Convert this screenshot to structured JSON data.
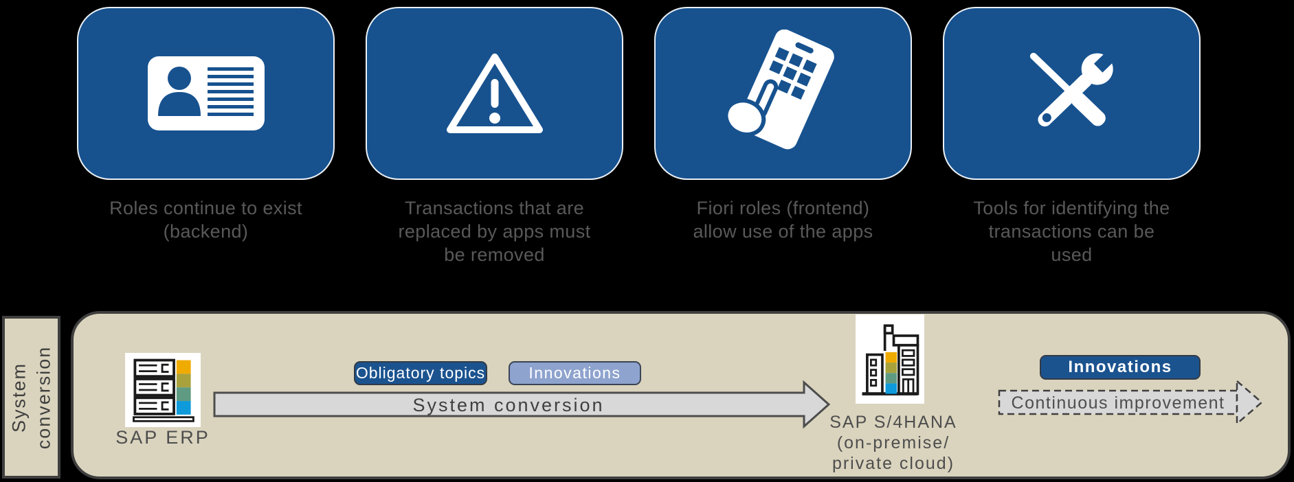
{
  "colors": {
    "card-blue": "#17528F",
    "caption-gray": "#595959",
    "band-bg": "#DAD4BE",
    "band-border": "#3F3F3F",
    "band-text": "#4D4D4D",
    "badge-dark-blue": "#1B538F",
    "badge-light-blue": "#8EA3CE",
    "arrow-gray": "#D8D8D8",
    "arrow-border": "#4D4D4D",
    "sap-gold": "#F0AB00",
    "sap-olive": "#A9A23C",
    "sap-teal": "#5E9B82",
    "sap-cyan": "#0E9ADB"
  },
  "cards": [
    {
      "icon": "id-card-icon",
      "lines": [
        "Roles continue to exist",
        "(backend)"
      ]
    },
    {
      "icon": "warning-icon",
      "lines": [
        "Transactions that are",
        "replaced by apps must",
        "be removed"
      ]
    },
    {
      "icon": "phone-touch-icon",
      "lines": [
        "Fiori roles (frontend)",
        "allow use of the apps"
      ]
    },
    {
      "icon": "tools-icon",
      "lines": [
        "Tools for identifying the",
        "transactions can be",
        "used"
      ]
    }
  ],
  "band": {
    "side_label_lines": [
      "System",
      "conversion"
    ],
    "source_label": "SAP ERP",
    "badge_obligatory": "Obligatory topics",
    "badge_innovations": "Innovations",
    "arrow_label": "System conversion",
    "target_label_lines": [
      "SAP S/4HANA",
      "(on-premise/",
      "private cloud)"
    ],
    "badge_innovations_right": "Innovations",
    "continuous_label": "Continuous improvement"
  }
}
